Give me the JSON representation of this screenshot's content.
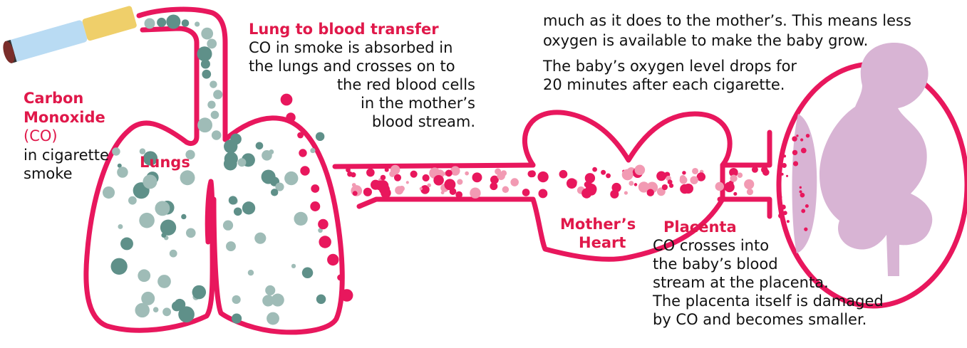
{
  "colors": {
    "outline": "#e8175d",
    "co_particle": "#5f9089",
    "co_particle_light": "#9fbcb7",
    "blood_dot": "#e8175d",
    "blood_dot_light": "#f29ab3",
    "baby": "#d8b4d4",
    "heading": "#e0184a"
  },
  "icons": [
    "cigarette-icon",
    "baby-icon"
  ],
  "labels": {
    "carbon_monoxide": {
      "title1": "Carbon",
      "title2": "Monoxide",
      "abbr": "(CO)",
      "line1": "in cigarette",
      "line2": "smoke"
    },
    "lungs": "Lungs",
    "lung_to_blood": {
      "title": "Lung to blood transfer",
      "lines": [
        "CO in smoke is absorbed in",
        "the lungs and crosses on to",
        "the red blood cells",
        "in the mother’s",
        "blood stream."
      ]
    },
    "baby_oxygen": {
      "lines": [
        "much as it does to the mother’s. This means less",
        "oxygen is available to make the baby grow."
      ],
      "extra": [
        "The baby’s oxygen level drops for",
        "20 minutes after each cigarette."
      ]
    },
    "mothers_heart": {
      "line1": "Mother’s",
      "line2": "Heart"
    },
    "placenta": {
      "title": "Placenta",
      "lines": [
        "CO crosses into",
        "the baby’s blood",
        "stream at the placenta.",
        "The placenta itself is damaged",
        "by CO and becomes smaller."
      ]
    }
  }
}
